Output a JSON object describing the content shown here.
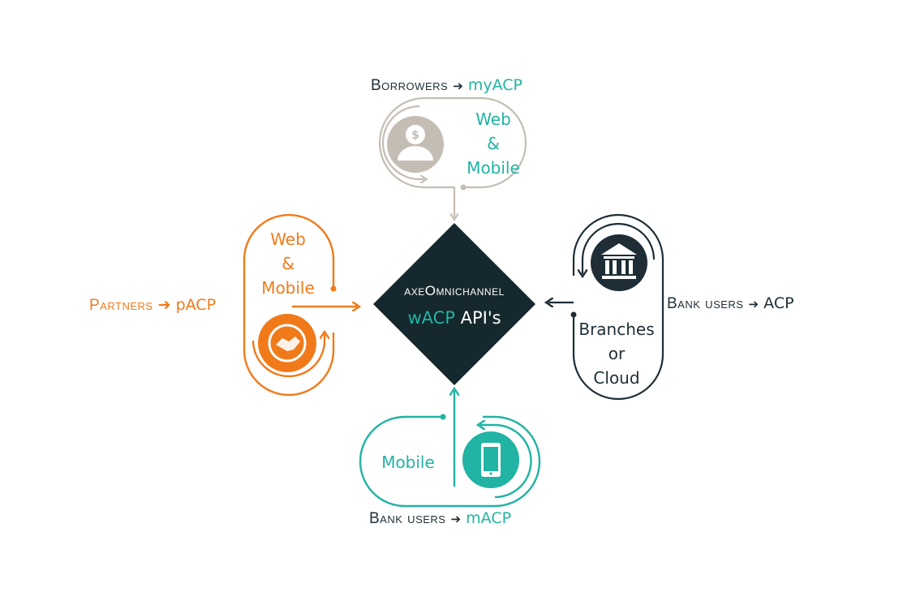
{
  "colors": {
    "partners": "#f07a1a",
    "borrowers": "#c4bdb4",
    "bank_acp": "#1e2d36",
    "mobile": "#21b3a3",
    "center": "#14282d",
    "dark_text": "#1e2d36"
  },
  "center": {
    "line1": "axeOmnichannel",
    "line2_accent": "wACP",
    "line2_rest": " API's"
  },
  "borrowers": {
    "who": "Borrowers",
    "arrow": "➔",
    "product": "myACP",
    "channel": [
      "Web",
      "&",
      "Mobile"
    ],
    "icon": "dollar-user-icon"
  },
  "partners": {
    "who": "Partners",
    "arrow": "➔",
    "product": "pACP",
    "channel": [
      "Web",
      "&",
      "Mobile"
    ],
    "icon": "handshake-icon"
  },
  "bank_acp": {
    "who": "Bank users",
    "arrow": "➔",
    "product": "ACP",
    "channel": [
      "Branches",
      "or",
      "Cloud"
    ],
    "icon": "bank-building-icon"
  },
  "bank_macp": {
    "who": "Bank users",
    "arrow": "➔",
    "product": "mACP",
    "channel": [
      "Mobile"
    ],
    "icon": "smartphone-icon"
  }
}
